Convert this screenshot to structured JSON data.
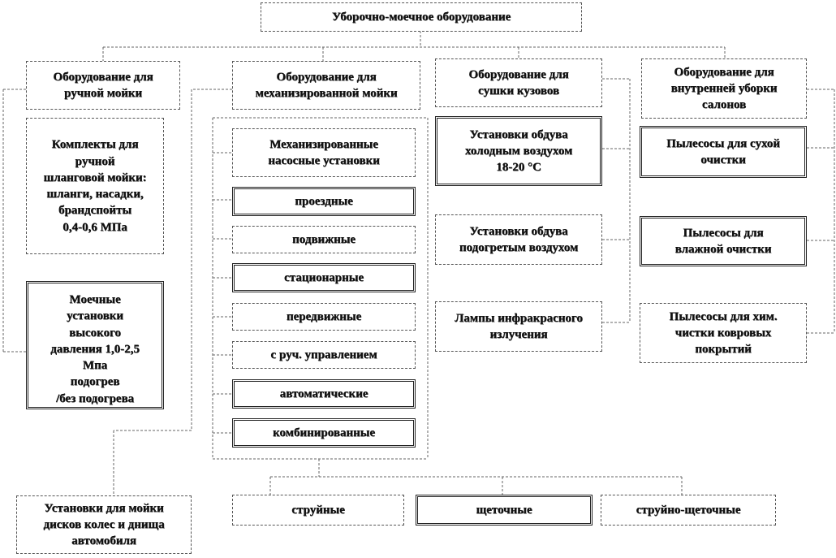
{
  "root": {
    "label": "Уборочно-моечное оборудование"
  },
  "categories": [
    {
      "label": "Оборудование для\nручной мойки"
    },
    {
      "label": "Оборудование для\nмеханизированной мойки"
    },
    {
      "label": "Оборудование для\nсушки кузовов"
    },
    {
      "label": "Оборудование для\nвнутренней уборки\nсалонов"
    }
  ],
  "manual": [
    {
      "label": "Комплекты для\nручной\nшланговой мойки:\nшланги, насадки,\nбрандспойты\n0,4-0,6 МПа"
    },
    {
      "label": "Моечные\nустановки\nвысокого\nдавления 1,0-2,5\nМпа\nподогрев\n/без подогрева"
    }
  ],
  "wheels": {
    "label": "Установки для мойки\nдисков колес и днища\nавтомобиля"
  },
  "mechanized": {
    "header": "Механизированные\nнасосные установки",
    "types": [
      "проездные",
      "подвижные",
      "стационарные",
      "передвижные",
      "с руч. управлением",
      "автоматические",
      "комбинированные"
    ]
  },
  "washing_modes": [
    "струйные",
    "щеточные",
    "струйно-щеточные"
  ],
  "drying": [
    {
      "label": "Установки обдува\nхолодным воздухом\n18-20 °С"
    },
    {
      "label": "Установки обдува\nподогретым воздухом"
    },
    {
      "label": "Лампы инфракрасного\nизлучения"
    }
  ],
  "interior": [
    {
      "label": "Пылесосы для сухой\nочистки"
    },
    {
      "label": "Пылесосы для\nвлажной очистки"
    },
    {
      "label": "Пылесосы для хим.\nчистки ковровых\nпокрытий"
    }
  ]
}
